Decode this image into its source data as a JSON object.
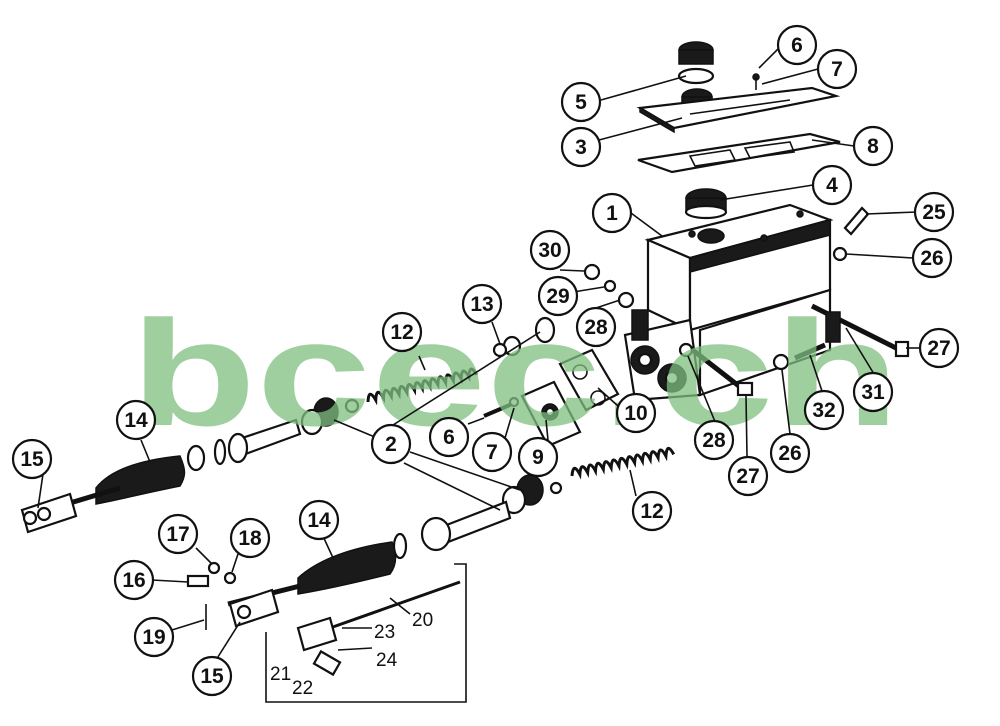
{
  "watermark": "bcec.ch",
  "callouts": [
    {
      "n": "1"
    },
    {
      "n": "2"
    },
    {
      "n": "3"
    },
    {
      "n": "4"
    },
    {
      "n": "5"
    },
    {
      "n": "6"
    },
    {
      "n": "7"
    },
    {
      "n": "8"
    },
    {
      "n": "12"
    },
    {
      "n": "13"
    },
    {
      "n": "30"
    },
    {
      "n": "29"
    },
    {
      "n": "28"
    },
    {
      "n": "25"
    },
    {
      "n": "26"
    },
    {
      "n": "27"
    },
    {
      "n": "31"
    },
    {
      "n": "32"
    },
    {
      "n": "26"
    },
    {
      "n": "27"
    },
    {
      "n": "28"
    },
    {
      "n": "10"
    },
    {
      "n": "9"
    },
    {
      "n": "7"
    },
    {
      "n": "6"
    },
    {
      "n": "14"
    },
    {
      "n": "15"
    },
    {
      "n": "12"
    },
    {
      "n": "14"
    },
    {
      "n": "17"
    },
    {
      "n": "18"
    },
    {
      "n": "16"
    },
    {
      "n": "19"
    },
    {
      "n": "15"
    }
  ],
  "plain_labels": [
    "20",
    "23",
    "24",
    "21",
    "22"
  ]
}
